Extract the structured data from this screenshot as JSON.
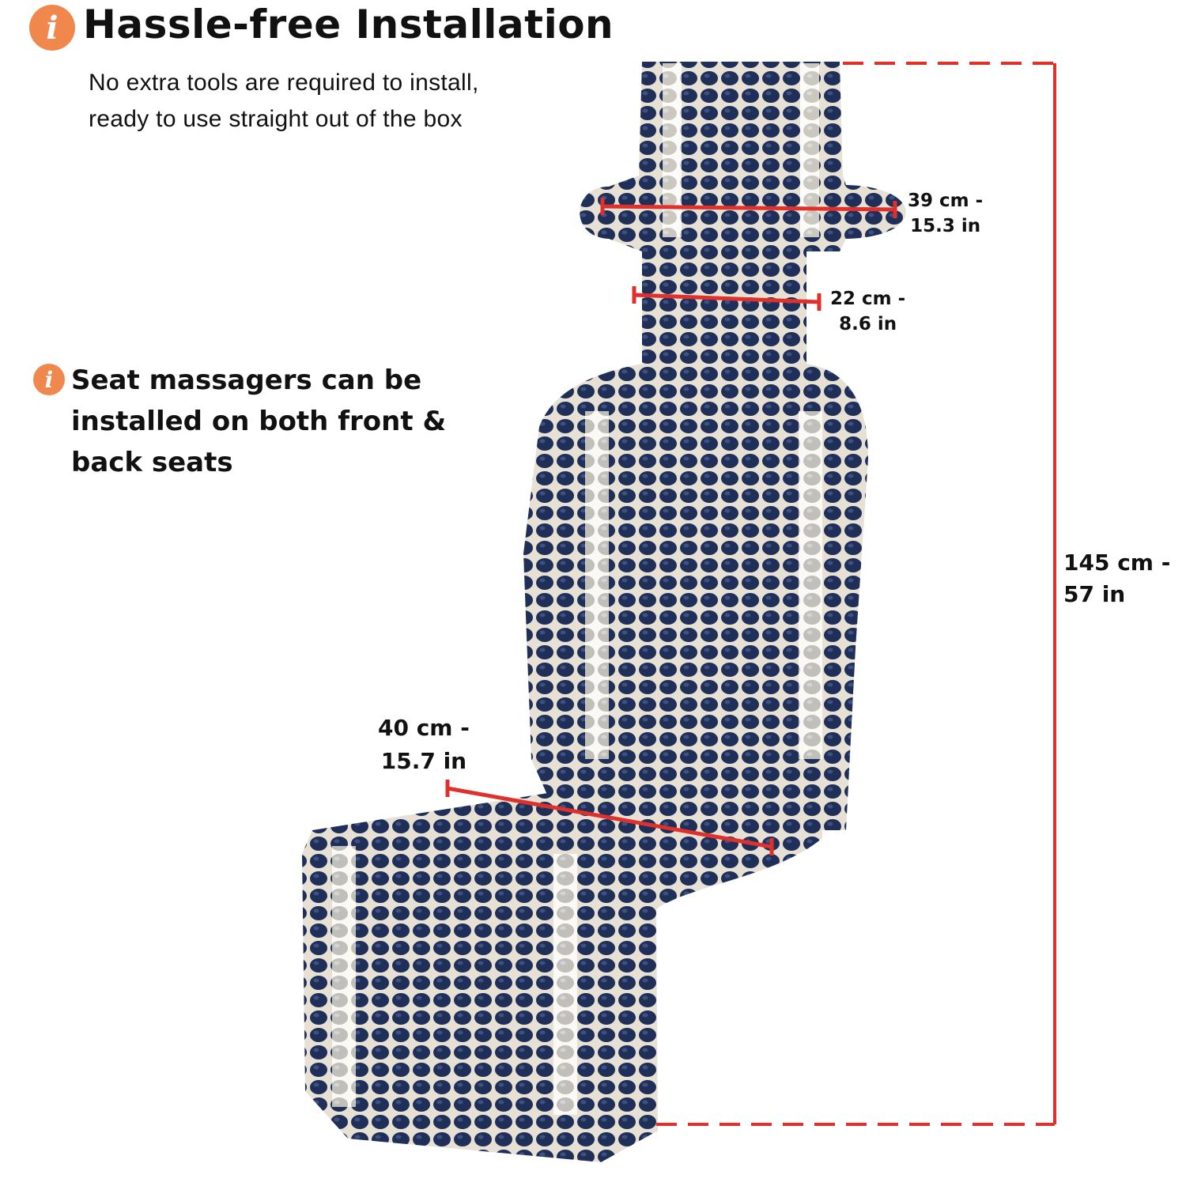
{
  "header": {
    "info_icon": "info-circle-icon",
    "title": "Hassle-free Installation",
    "description": "No extra tools are required to install, ready to use straight  out of the box"
  },
  "note": {
    "info_icon": "info-circle-icon",
    "text": "Seat massagers can be installed on both front & back seats"
  },
  "dimensions": {
    "headrest_width": [
      "39 cm -",
      "15.3 in"
    ],
    "neck_width": [
      "22 cm -",
      "8.6 in"
    ],
    "seat_width": [
      "40 cm -",
      "15.7 in"
    ],
    "total_height": [
      "145 cm -",
      "57 in"
    ]
  },
  "colors": {
    "accent": "#f0884d",
    "measure_line": "#e0302b",
    "bead_dark": "#1f2f57",
    "bead_light": "#e9e3d2"
  }
}
